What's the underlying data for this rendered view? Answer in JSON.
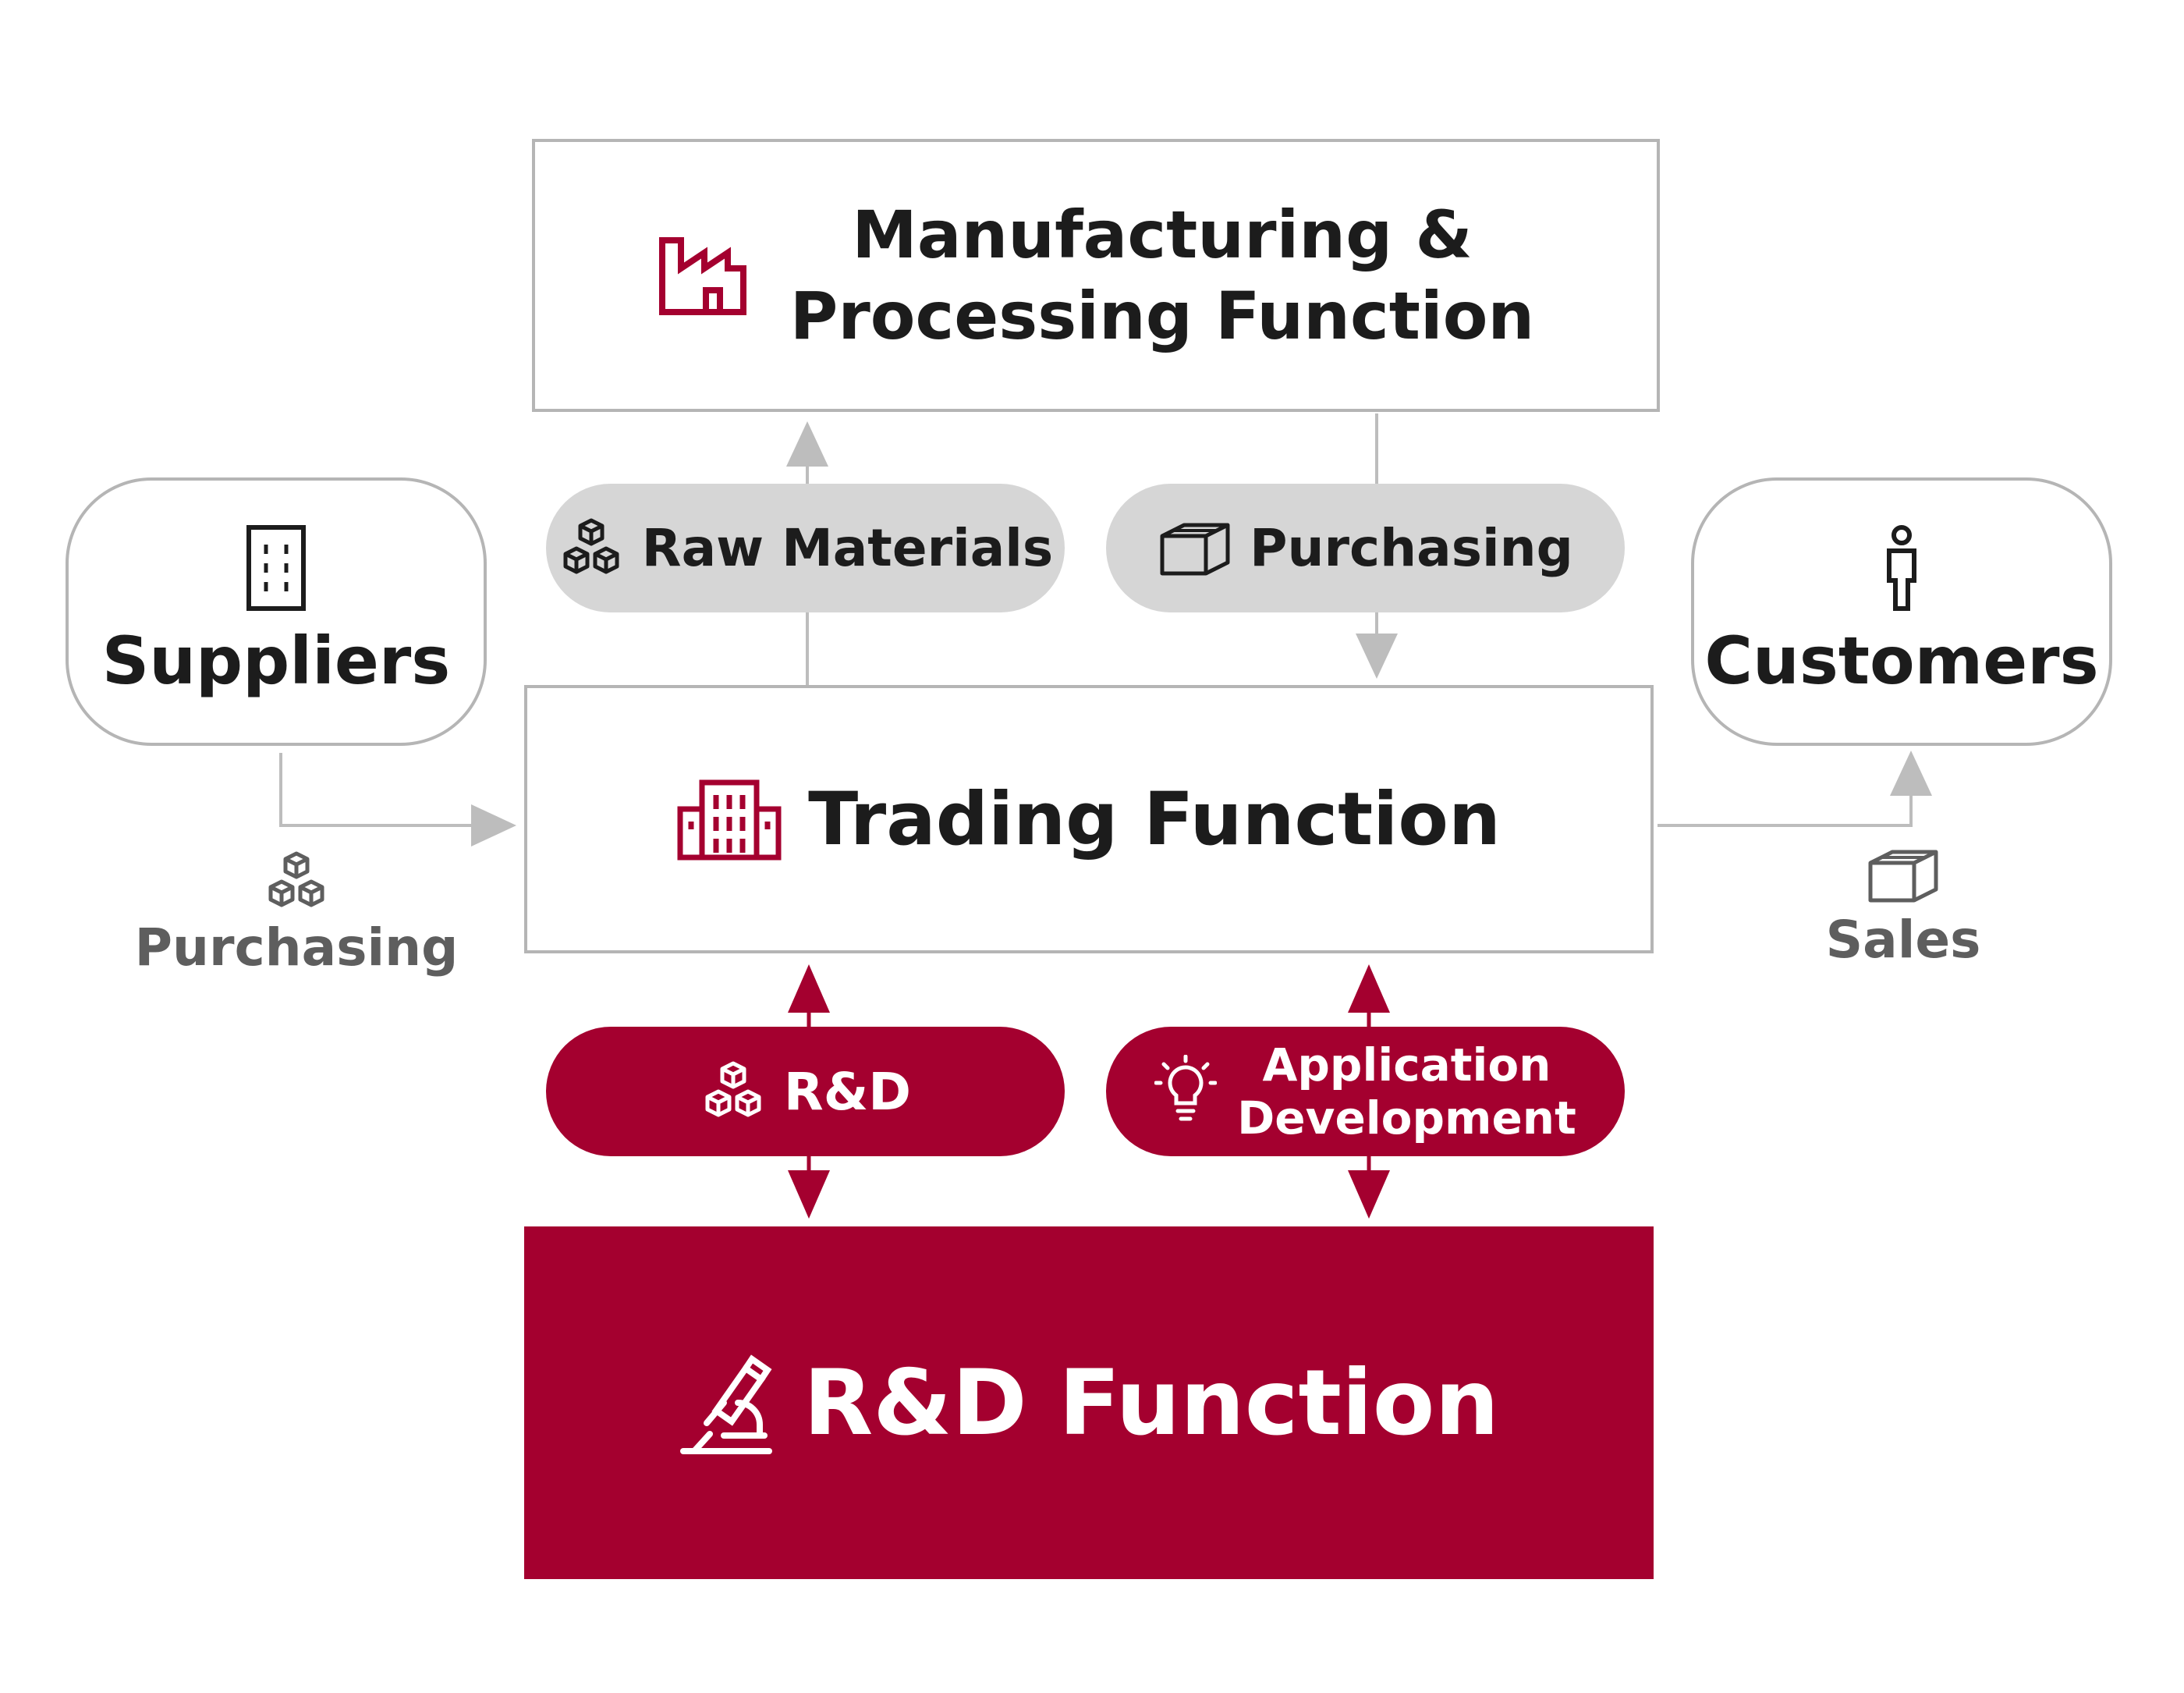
{
  "manufacturing": {
    "line1": "Manufacturing &",
    "line2": "Processing Function",
    "icon": "factory-icon"
  },
  "trading": {
    "title": "Trading Function",
    "icon": "office-building-icon"
  },
  "rnd": {
    "title": "R&D Function",
    "icon": "microscope-icon"
  },
  "suppliers": {
    "title": "Suppliers",
    "icon": "building-icon"
  },
  "customers": {
    "title": "Customers",
    "icon": "person-icon"
  },
  "pills": {
    "raw_materials": {
      "label": "Raw Materials",
      "icon": "boxes-icon"
    },
    "purchasing": {
      "label": "Purchasing",
      "icon": "package-icon"
    },
    "rnd": {
      "label": "R&D",
      "icon": "boxes-icon"
    },
    "application_development": {
      "line1": "Application",
      "line2": "Development",
      "icon": "lightbulb-icon"
    }
  },
  "flows": {
    "suppliers_to_trading": {
      "label": "Purchasing",
      "icon": "boxes-icon"
    },
    "trading_to_customers": {
      "label": "Sales",
      "icon": "package-icon"
    }
  },
  "colors": {
    "brand_red": "#a4002f",
    "grey_line": "#b5b5b5",
    "pill_grey": "#d6d6d6",
    "text": "#1c1c1c",
    "muted_text": "#5e5e5e"
  }
}
